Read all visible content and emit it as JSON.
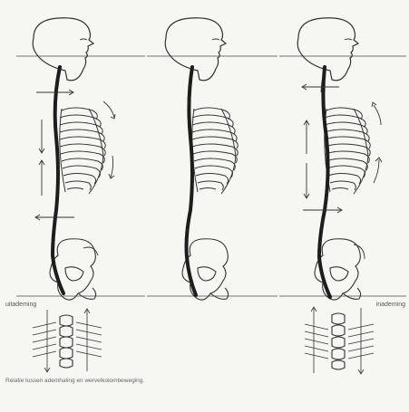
{
  "labels": {
    "left": "uitademing",
    "right": "inademing"
  },
  "caption": "Relatie tussen ademhaling en wervelkolombeweging.",
  "colors": {
    "ink": "#2b2b2b",
    "paper": "#f6f6f3",
    "accent": "#333333"
  }
}
